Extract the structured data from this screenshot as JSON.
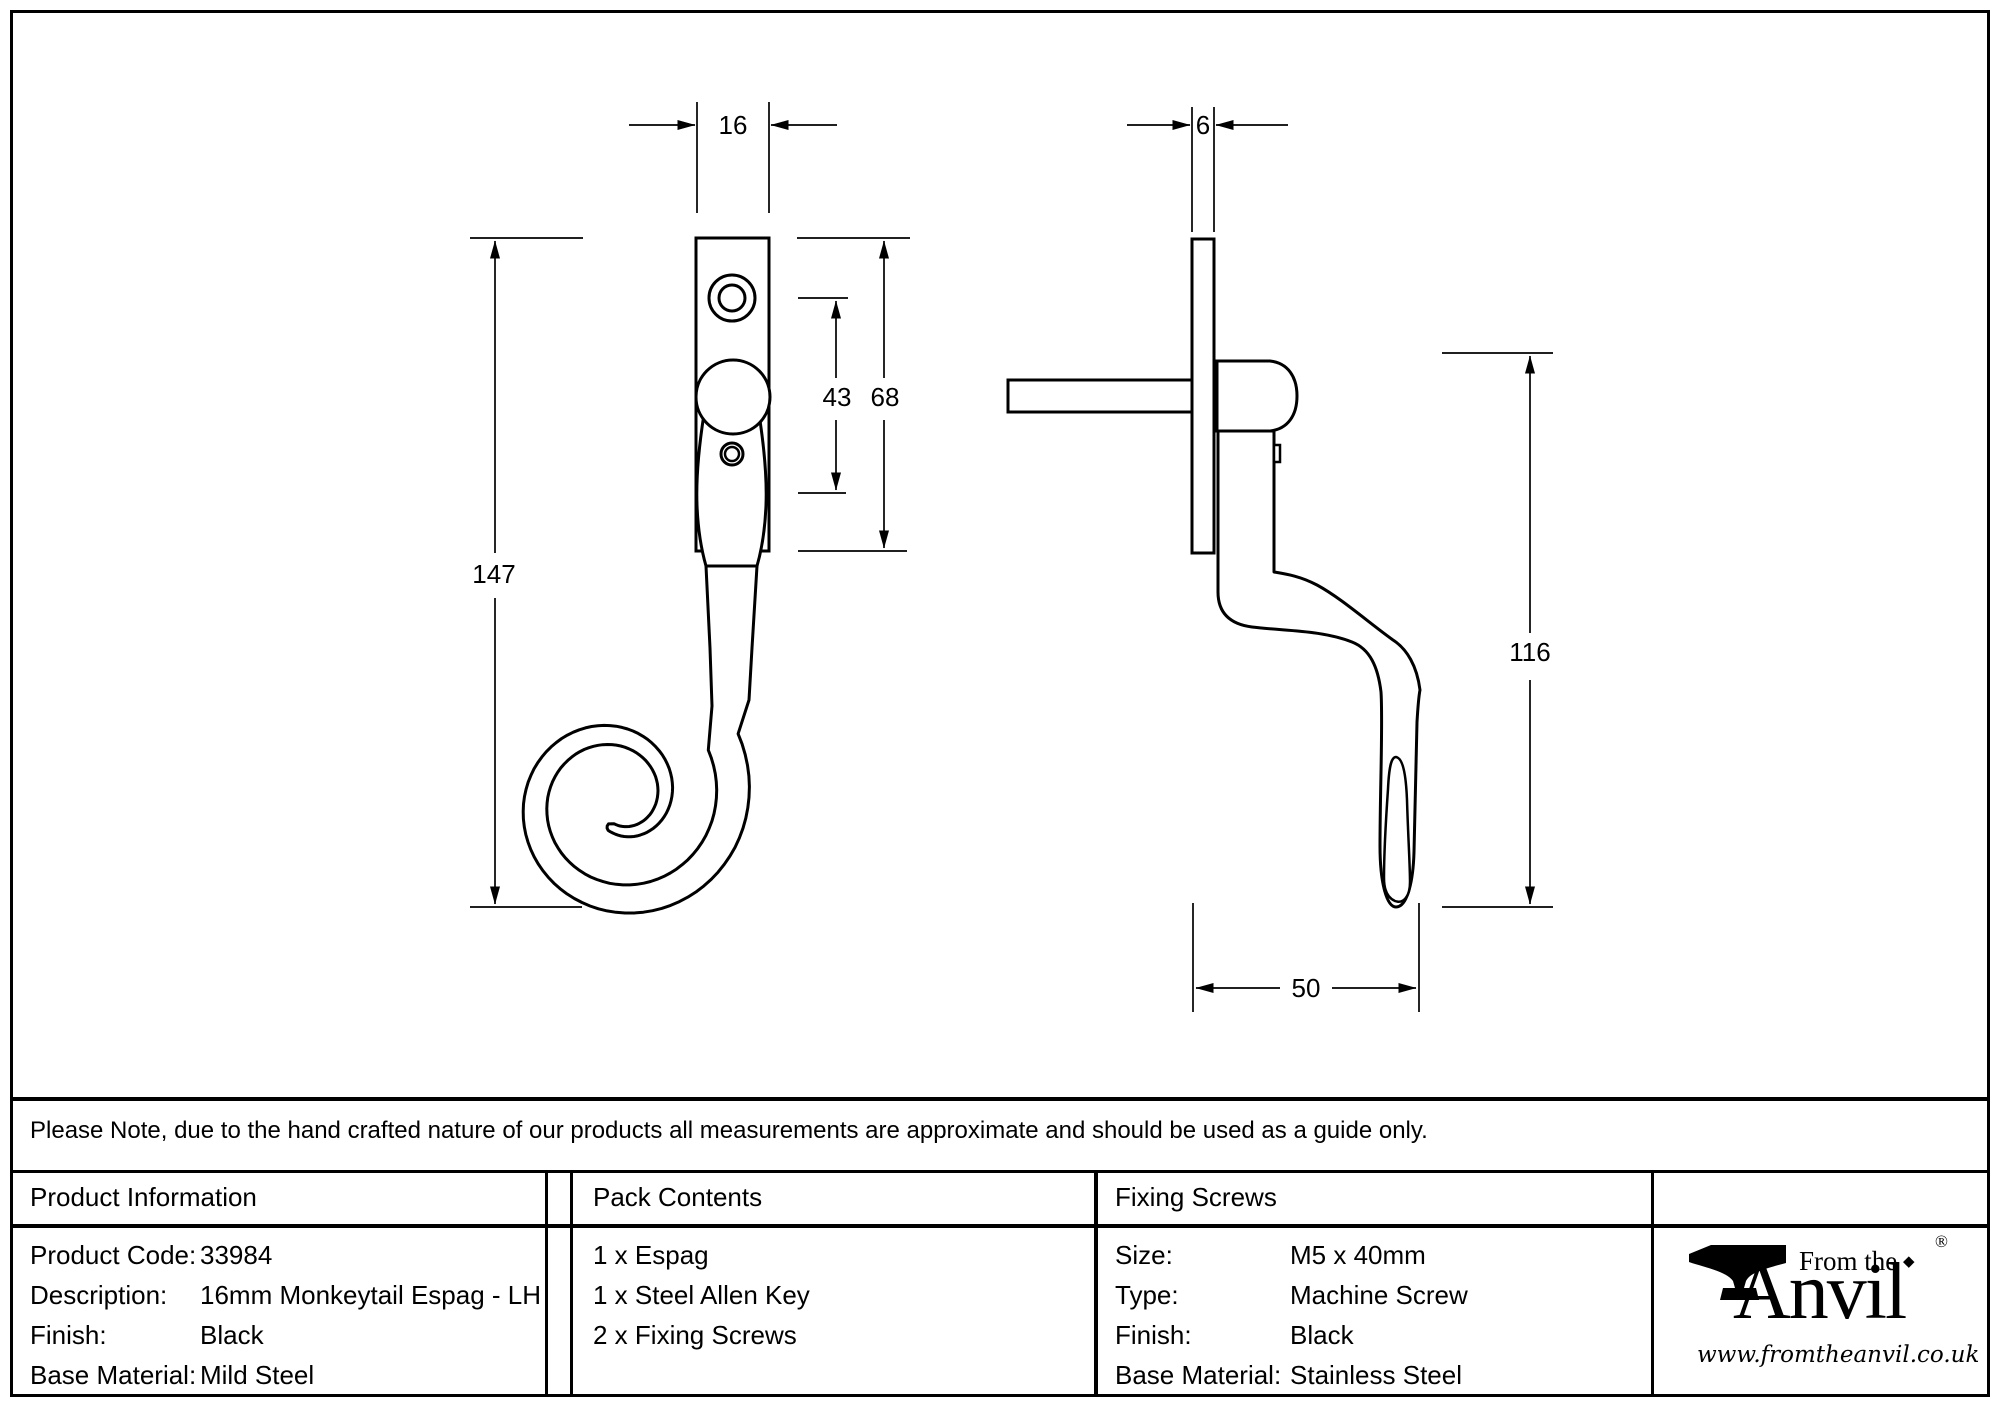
{
  "dimensions": {
    "front": {
      "width": "16",
      "height": "147",
      "screw_spacing": "43",
      "plate_height": "68"
    },
    "side": {
      "thickness": "6",
      "height": "116",
      "projection": "50"
    }
  },
  "note": "Please Note, due to the hand crafted nature of our products all measurements are approximate and should be used as a guide only.",
  "table": {
    "product_information": {
      "title": "Product Information",
      "rows": [
        {
          "label": "Product Code:",
          "value": "33984"
        },
        {
          "label": "Description:",
          "value": "16mm Monkeytail Espag - LH"
        },
        {
          "label": "Finish:",
          "value": "Black"
        },
        {
          "label": "Base Material:",
          "value": "Mild Steel"
        }
      ]
    },
    "pack_contents": {
      "title": "Pack Contents",
      "items": [
        "1 x Espag",
        "1 x Steel Allen Key",
        "2 x Fixing Screws"
      ]
    },
    "fixing_screws": {
      "title": "Fixing Screws",
      "rows": [
        {
          "label": "Size:",
          "value": "M5 x 40mm"
        },
        {
          "label": "Type:",
          "value": "Machine Screw"
        },
        {
          "label": "Finish:",
          "value": "Black"
        },
        {
          "label": "Base Material:",
          "value": "Stainless Steel"
        }
      ]
    }
  },
  "logo": {
    "tagline": "From the",
    "diamond": "◆",
    "name": "Anvil",
    "registered": "®",
    "website": "www.fromtheanvil.co.uk"
  },
  "colors": {
    "ink": "#000000",
    "paper": "#ffffff"
  }
}
